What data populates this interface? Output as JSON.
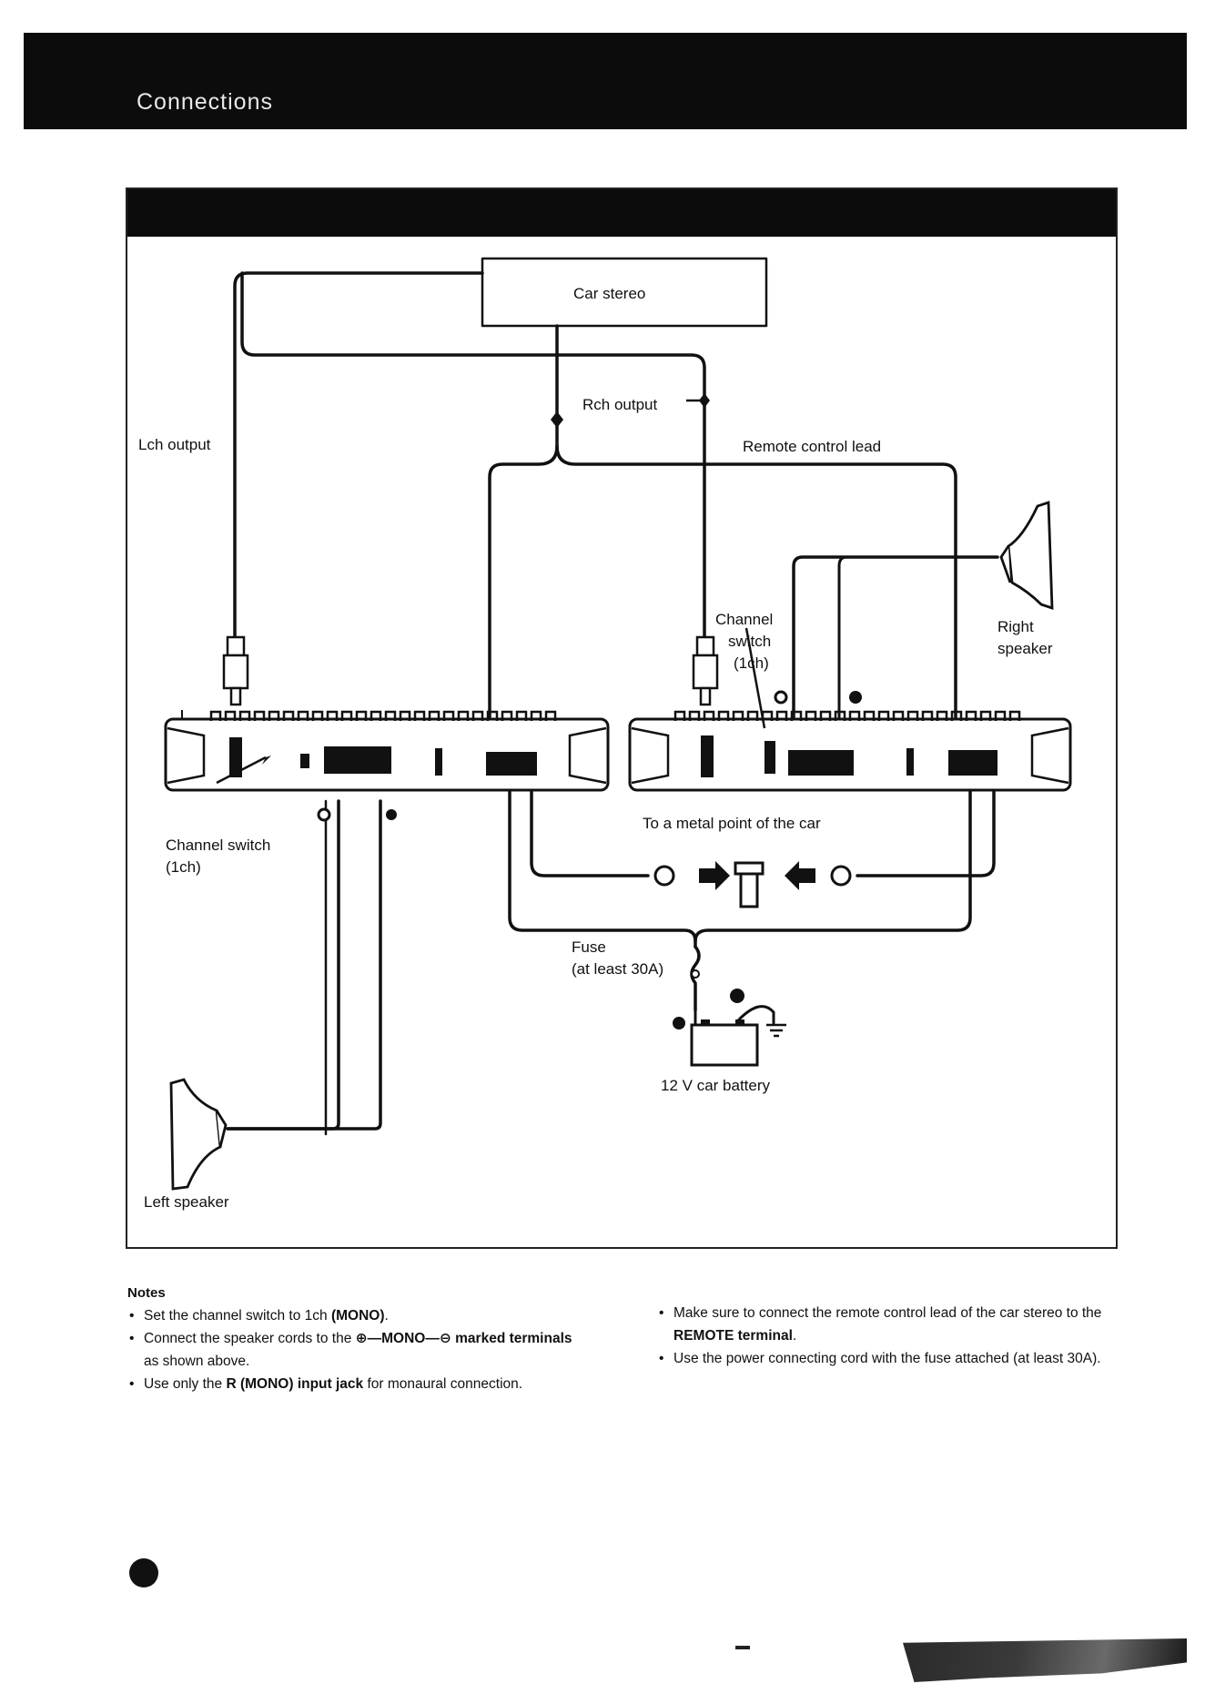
{
  "header": {
    "title": "Connections"
  },
  "diagram": {
    "car_stereo": "Car stereo",
    "lch_output": "Lch output",
    "rch_output": "Rch output",
    "remote_control_lead": "Remote control lead",
    "right_speaker_line1": "Right",
    "right_speaker_line2": "speaker",
    "channel_switch_right_line1": "Channel",
    "channel_switch_right_line2": "switch",
    "channel_switch_right_line3": "(1ch)",
    "channel_switch_left_line1": "Channel switch",
    "channel_switch_left_line2": "(1ch)",
    "metal_point": "To a metal point of the car",
    "fuse_line1": "Fuse",
    "fuse_line2": "(at least 30A)",
    "battery": "12 V car battery",
    "left_speaker": "Left speaker"
  },
  "notes": {
    "title": "Notes",
    "item1": {
      "a": "Set the channel switch to 1ch ",
      "b": "(MONO)",
      "c": "."
    },
    "item2": {
      "a": "Connect the speaker cords to the ",
      "b": "⊕—MONO—⊖ marked terminals",
      "c": " as shown above."
    },
    "item3": {
      "a": "Use only the ",
      "b": "R (MONO) input jack",
      "c": " for monaural connection."
    },
    "item4": {
      "a": "Make sure to connect the remote control lead of the car stereo to the ",
      "b": "REMOTE terminal",
      "c": "."
    },
    "item5": {
      "a": "Use the power connecting cord with the fuse attached (at least 30A)."
    }
  },
  "colors": {
    "ink": "#111111",
    "bar": "#0c0c0c",
    "paper": "#ffffff"
  }
}
